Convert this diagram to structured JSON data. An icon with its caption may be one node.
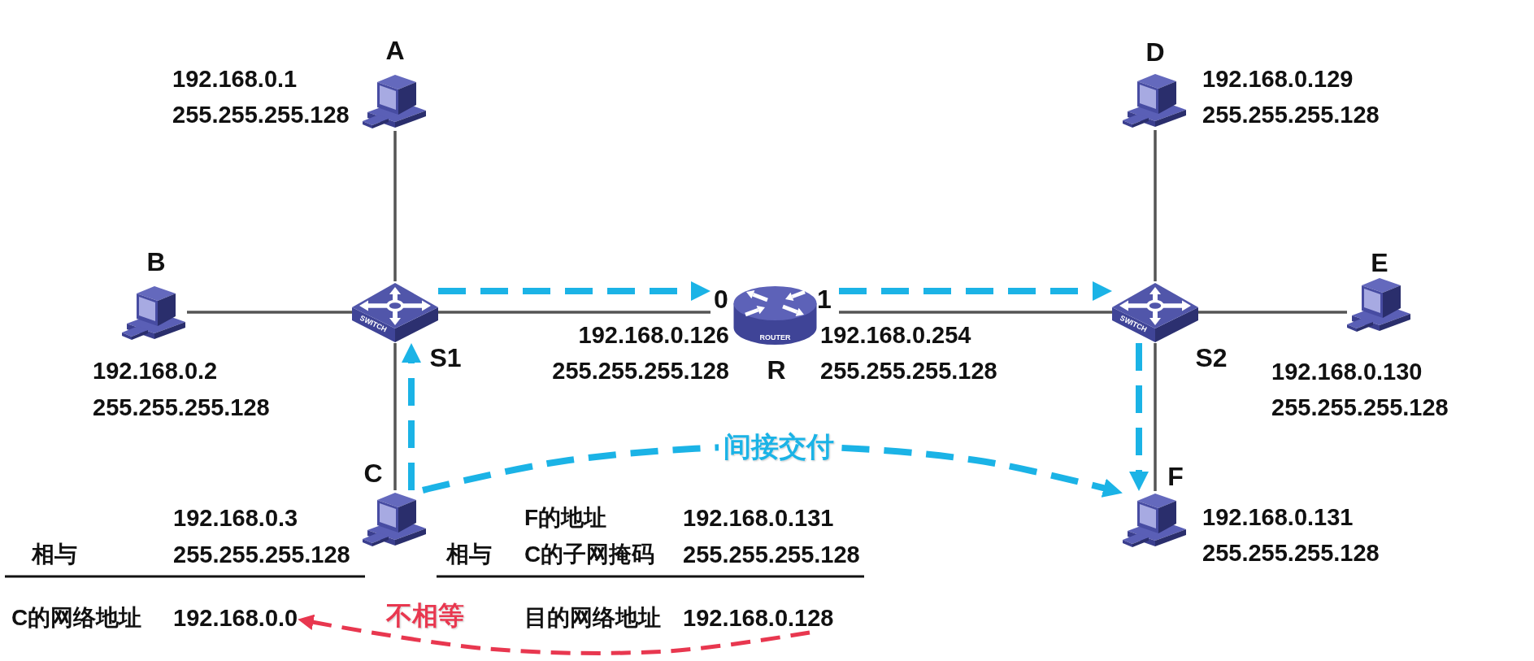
{
  "diagram": {
    "nodes": [
      {
        "text": [
          "A"
        ],
        "beside": [
          "192.168.0.1",
          "255.255.255.128"
        ]
      },
      {
        "text": [
          "D"
        ],
        "beside": [
          "192.168.0.129",
          "255.255.255.128"
        ]
      },
      {
        "text": [
          "B"
        ],
        "beside": [
          "192.168.0.2",
          "255.255.255.128"
        ]
      },
      {
        "text": [
          "SWITCH",
          "S1"
        ]
      },
      {
        "text": [
          "ROUTER",
          "R"
        ],
        "beside": [
          "0",
          "192.168.0.126",
          "255.255.255.128",
          "1",
          "192.168.0.254",
          "255.255.255.128"
        ]
      },
      {
        "text": [
          "SWITCH",
          "S2"
        ]
      },
      {
        "text": [
          "E"
        ],
        "beside": [
          "192.168.0.130",
          "255.255.255.128"
        ]
      },
      {
        "text": [
          "C"
        ],
        "beside": [
          "192.168.0.3",
          "255.255.255.128"
        ]
      },
      {
        "text": [
          "F"
        ],
        "beside": [
          "192.168.0.131",
          "255.255.255.128"
        ]
      },
      {
        "text": [
          "192.168.0.0"
        ]
      },
      {
        "text": [
          "192.168.0.128"
        ]
      }
    ],
    "edges": [
      {
        "from": 0,
        "to": 3,
        "arrow": "none"
      },
      {
        "from": 2,
        "to": 3,
        "arrow": "none"
      },
      {
        "from": 3,
        "to": 4,
        "arrow": "none"
      },
      {
        "from": 4,
        "to": 5,
        "arrow": "none"
      },
      {
        "from": 1,
        "to": 5,
        "arrow": "none"
      },
      {
        "from": 5,
        "to": 6,
        "arrow": "none"
      },
      {
        "from": 7,
        "to": 3,
        "arrow": "none"
      },
      {
        "from": 8,
        "to": 5,
        "arrow": "none"
      },
      {
        "from": 7,
        "to": 3,
        "arrow": "to",
        "style": "dashed",
        "color": "#1bb3e6"
      },
      {
        "from": 3,
        "to": 4,
        "arrow": "to",
        "style": "dashed",
        "color": "#1bb3e6"
      },
      {
        "from": 4,
        "to": 5,
        "arrow": "to",
        "style": "dashed",
        "color": "#1bb3e6"
      },
      {
        "from": 5,
        "to": 8,
        "arrow": "to",
        "style": "dashed",
        "color": "#1bb3e6"
      },
      {
        "from": 7,
        "to": 8,
        "arrow": "to",
        "style": "dashed",
        "color": "#1bb3e6",
        "label": "间接交付"
      },
      {
        "from": 10,
        "to": 9,
        "arrow": "to",
        "style": "dashed",
        "color": "#e8374f",
        "label": "不相等"
      }
    ],
    "labels": [
      "F的地址",
      "192.168.0.131",
      "相与",
      "相与",
      "C的子网掩码",
      "255.255.255.128",
      "C的网络地址",
      "目的网络地址"
    ]
  }
}
